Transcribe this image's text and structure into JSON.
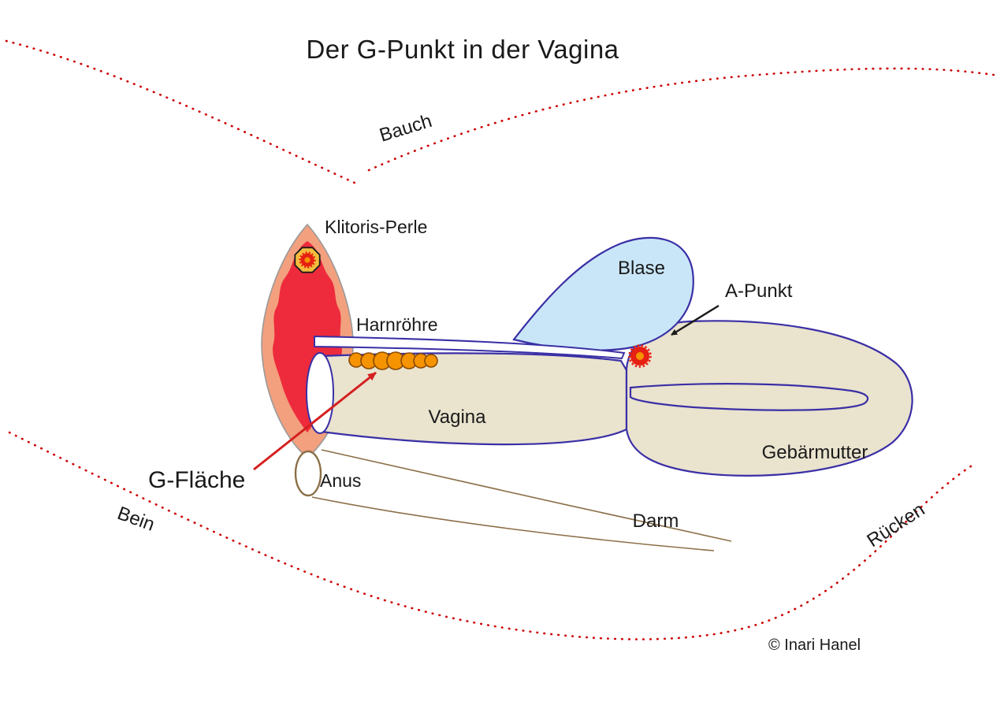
{
  "title": "Der G-Punkt  in der Vagina",
  "credit": "© Inari  Hanel",
  "labels": {
    "bauch": "Bauch",
    "klitoris_perle": "Klitoris-Perle",
    "harnroehre": "Harnröhre",
    "blase": "Blase",
    "a_punkt": "A-Punkt",
    "vagina": "Vagina",
    "gebaermutter": "Gebärmutter",
    "g_flaeche": "G-Fläche",
    "anus": "Anus",
    "darm": "Darm",
    "bein": "Bein",
    "ruecken": "Rücken"
  },
  "colors": {
    "body_outline_dotted": "#cc0000",
    "organ_outline": "#3a2fa5",
    "vagina_fill": "#eae3ce",
    "uterus_fill": "#eae3ce",
    "bladder_fill": "#c9e6f8",
    "urethra_fill": "#ffffff",
    "vulva_outer_fill": "#f2a07e",
    "vulva_outer_stroke": "#9a9a9a",
    "vulva_inner_fill": "#ee2b3c",
    "pearl_fill": "#f4bc3e",
    "pearl_stroke": "#1a1a1a",
    "g_area_fill": "#f59300",
    "g_area_stroke": "#8a4a00",
    "a_point_red": "#e62012",
    "a_point_center": "#f59300",
    "bowel_stroke": "#8b6f47",
    "label_red": "#d42020",
    "arrow_black": "#1a1a1a",
    "credit_gray": "#a0a0a0"
  }
}
